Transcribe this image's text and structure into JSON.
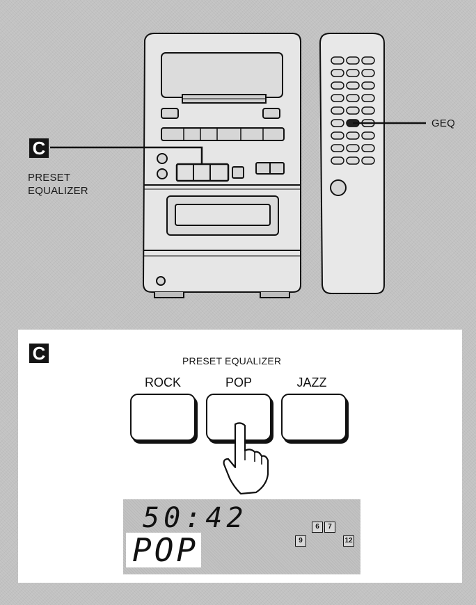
{
  "top_panel": {
    "badge": "C",
    "preset_label_line1": "PRESET",
    "preset_label_line2": "EQUALIZER",
    "remote_label": "GEQ"
  },
  "section_c": {
    "badge": "C",
    "title": "PRESET EQUALIZER",
    "buttons": [
      {
        "label": "ROCK"
      },
      {
        "label": "POP"
      },
      {
        "label": "JAZZ"
      }
    ],
    "display": {
      "time": "50:42",
      "mode": "POP",
      "indicators": [
        "6",
        "7",
        "9",
        "12"
      ]
    }
  }
}
